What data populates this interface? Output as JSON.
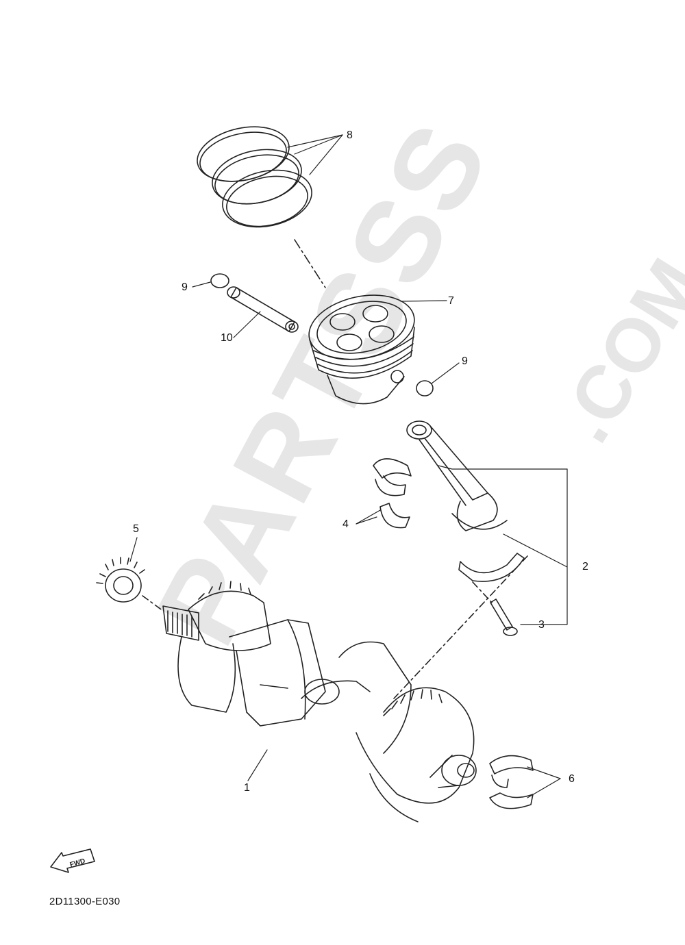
{
  "watermark": {
    "main": "PARTSSS",
    "domain": ".COM"
  },
  "callouts": [
    {
      "id": "c8",
      "label": "8"
    },
    {
      "id": "c9a",
      "label": "9"
    },
    {
      "id": "c7",
      "label": "7"
    },
    {
      "id": "c10",
      "label": "10"
    },
    {
      "id": "c9b",
      "label": "9"
    },
    {
      "id": "c4",
      "label": "4"
    },
    {
      "id": "c2",
      "label": "2"
    },
    {
      "id": "c5",
      "label": "5"
    },
    {
      "id": "c3",
      "label": "3"
    },
    {
      "id": "c1",
      "label": "1"
    },
    {
      "id": "c6",
      "label": "6"
    }
  ],
  "fwd_label": "FWD",
  "diagram_code": "2D11300-E030"
}
